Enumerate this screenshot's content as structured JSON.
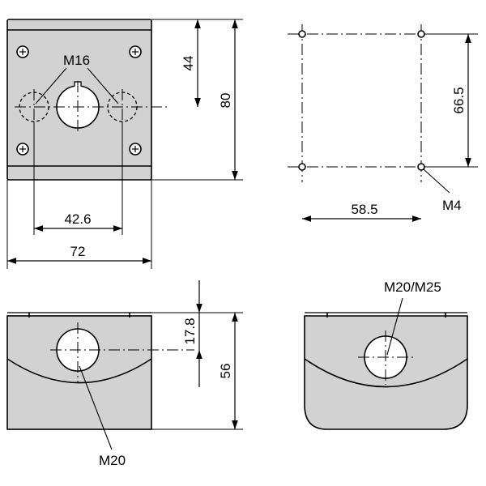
{
  "views": {
    "front": {
      "label_m16": "M16",
      "dim_width": "72",
      "dim_hole_spacing": "42.6",
      "dim_height_total": "80",
      "dim_height_center": "44"
    },
    "mounting": {
      "dim_hole_height": "66.5",
      "dim_hole_width": "58.5",
      "label_screw": "M4"
    },
    "side": {
      "dim_center_offset": "17.8",
      "dim_height": "56",
      "label_entry": "M20"
    },
    "other_side": {
      "label_entry": "M20/M25"
    }
  }
}
